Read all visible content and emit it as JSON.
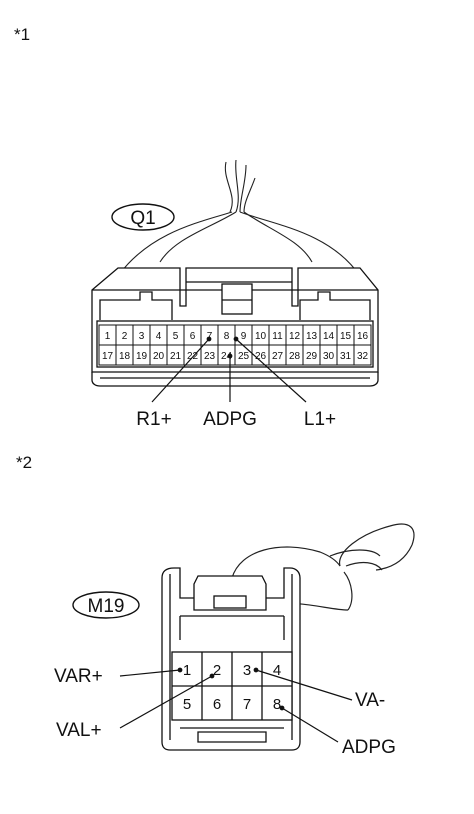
{
  "figure1": {
    "marker": "*1",
    "connector_id": "Q1",
    "pins_top": [
      "1",
      "2",
      "3",
      "4",
      "5",
      "6",
      "7",
      "8",
      "9",
      "10",
      "11",
      "12",
      "13",
      "14",
      "15",
      "16"
    ],
    "pins_bottom": [
      "17",
      "18",
      "19",
      "20",
      "21",
      "22",
      "23",
      "24",
      "25",
      "26",
      "27",
      "28",
      "29",
      "30",
      "31",
      "32"
    ],
    "callouts": [
      {
        "label": "R1+",
        "pin": "7"
      },
      {
        "label": "ADPG",
        "pin": "24"
      },
      {
        "label": "L1+",
        "pin": "8"
      }
    ]
  },
  "figure2": {
    "marker": "*2",
    "connector_id": "M19",
    "pins_top": [
      "1",
      "2",
      "3",
      "4"
    ],
    "pins_bottom": [
      "5",
      "6",
      "7",
      "8"
    ],
    "callouts": [
      {
        "label": "VAR+",
        "pin": "1"
      },
      {
        "label": "VAL+",
        "pin": "2"
      },
      {
        "label": "VA-",
        "pin": "3"
      },
      {
        "label": "ADPG",
        "pin": "8"
      }
    ]
  }
}
